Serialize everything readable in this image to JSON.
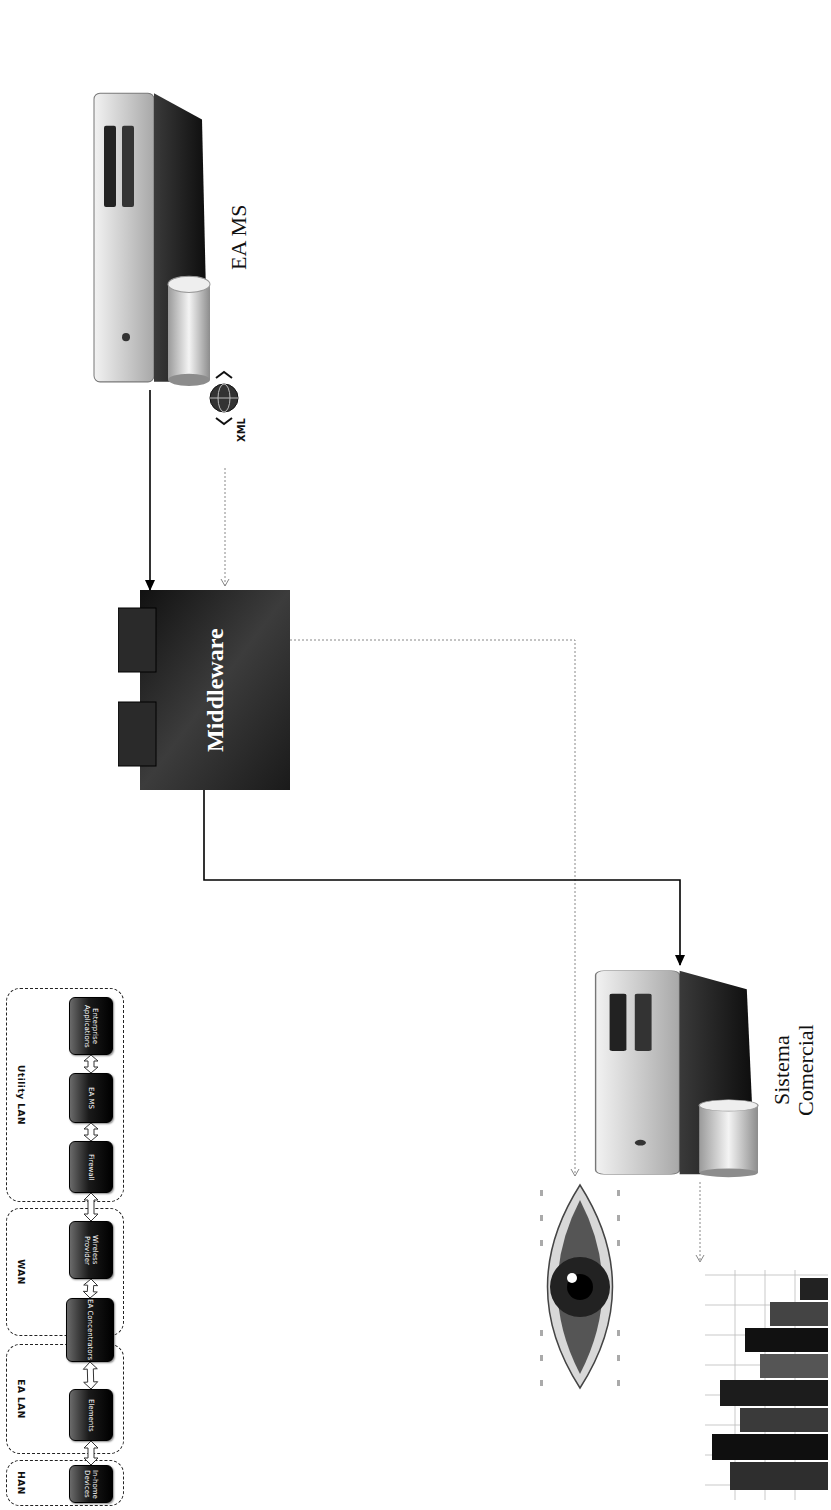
{
  "diagram": {
    "nodes": [
      {
        "text": [
          "Utility LAN"
        ]
      },
      {
        "text": [
          "Enterprise Applications"
        ],
        "in": 0
      },
      {
        "text": [
          "EA MS"
        ],
        "in": 0
      },
      {
        "text": [
          "Firewall"
        ],
        "in": 0
      },
      {
        "text": [
          "WAN"
        ]
      },
      {
        "text": [
          "Wireless Provider"
        ],
        "in": 4
      },
      {
        "text": [
          "EA Concentrators"
        ]
      },
      {
        "text": [
          "EA LAN"
        ]
      },
      {
        "text": [
          "Elements"
        ],
        "in": 7
      },
      {
        "text": [
          "HAN"
        ]
      },
      {
        "text": [
          "In-home Devices"
        ],
        "in": 9
      },
      {
        "text": [
          "EA MS"
        ]
      },
      {
        "text": [
          "Middleware"
        ]
      },
      {
        "text": [
          "Sistema Comercial"
        ]
      }
    ],
    "edges": [
      {
        "from": 1,
        "to": 2,
        "arrow": "both"
      },
      {
        "from": 2,
        "to": 3,
        "arrow": "both"
      },
      {
        "from": 3,
        "to": 5,
        "arrow": "both"
      },
      {
        "from": 5,
        "to": 6,
        "arrow": "both"
      },
      {
        "from": 6,
        "to": 8,
        "arrow": "both"
      },
      {
        "from": 8,
        "to": 10,
        "arrow": "both"
      },
      {
        "from": 11,
        "to": 12,
        "arrow": "to"
      },
      {
        "from": 12,
        "to": 13,
        "arrow": "to"
      }
    ],
    "labels": [
      "XML"
    ]
  }
}
